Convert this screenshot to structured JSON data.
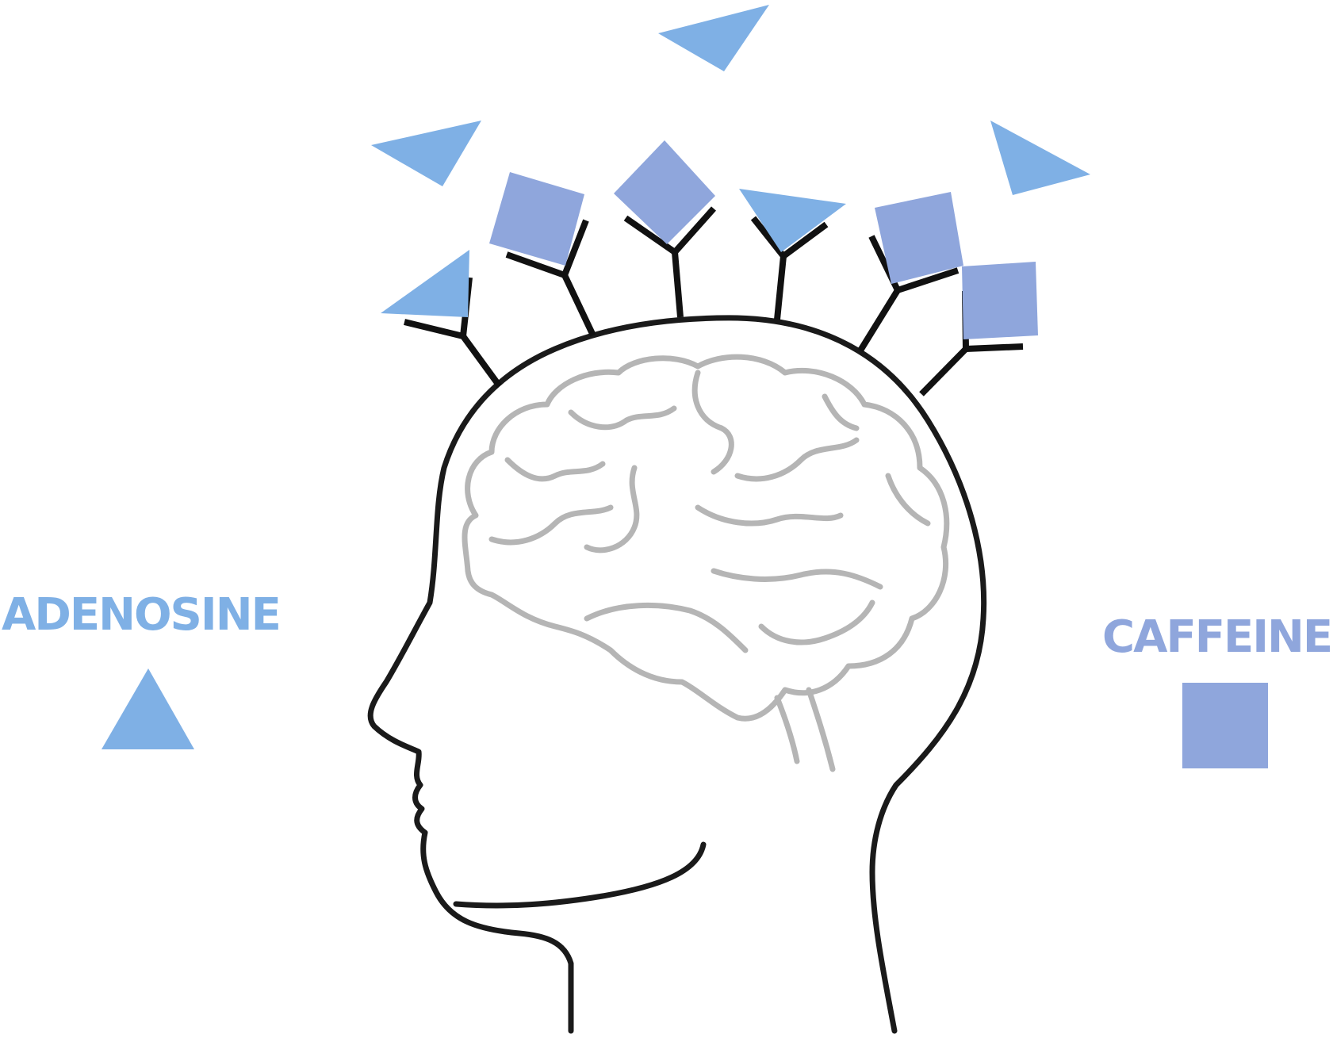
{
  "legend": {
    "adenosine": {
      "label": "ADENOSINE",
      "shape": "triangle",
      "color": "#7fb0e5"
    },
    "caffeine": {
      "label": "CAFFEINE",
      "shape": "square",
      "color": "#8fa6dc"
    }
  },
  "colors": {
    "outline": "#1a1a1a",
    "brain": "#b5b5b5",
    "background": "#ffffff"
  }
}
